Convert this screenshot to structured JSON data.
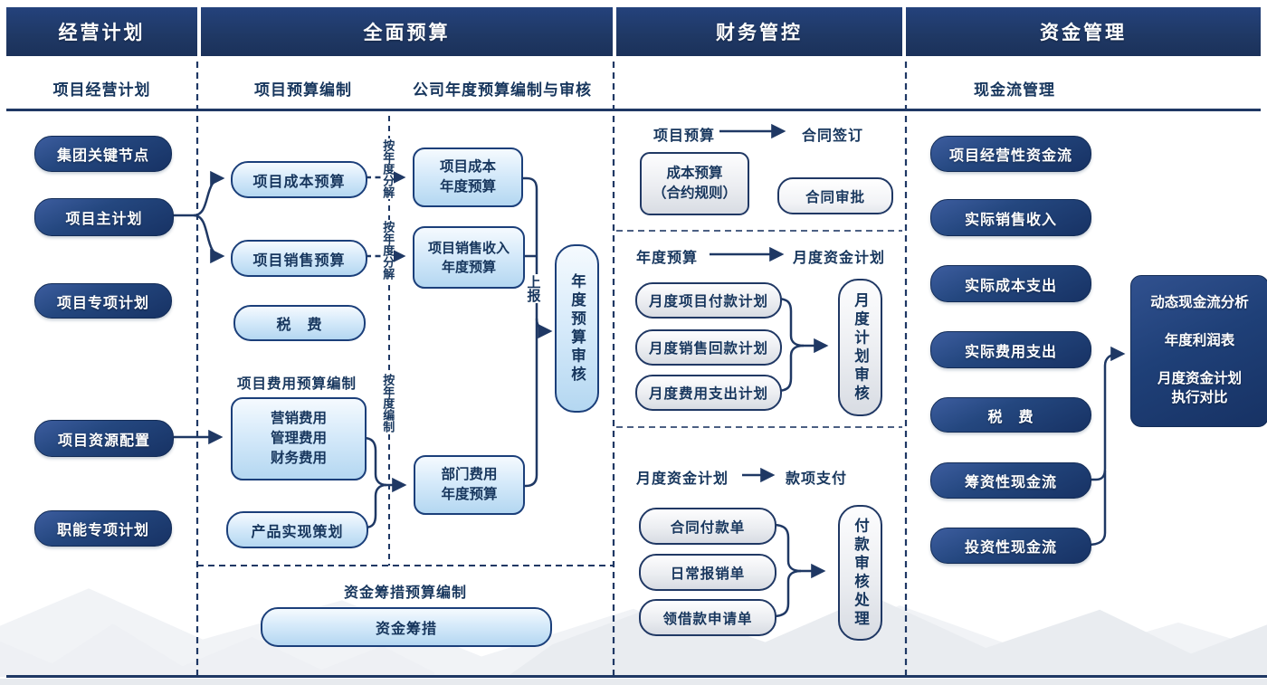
{
  "lanes": [
    {
      "title": "经营计划"
    },
    {
      "title": "全面预算"
    },
    {
      "title": "财务管控"
    },
    {
      "title": "资金管理"
    }
  ],
  "subheaders": {
    "planning": "项目经营计划",
    "budget_project": "项目预算编制",
    "budget_company": "公司年度预算编制与审核",
    "cashflow": "现金流管理"
  },
  "planning": {
    "items": [
      {
        "label": "集团关键节点"
      },
      {
        "label": "项目主计划"
      },
      {
        "label": "项目专项计划"
      },
      {
        "label": "项目资源配置"
      },
      {
        "label": "职能专项计划"
      }
    ]
  },
  "budget": {
    "cost_pill": "项目成本预算",
    "sales_pill": "项目销售预算",
    "tax_pill": "税　费",
    "expense_title": "项目费用预算编制",
    "expense_box": "营销费用\n管理费用\n财务费用",
    "product_pill": "产品实现策划",
    "decompose_label": "按年度分解",
    "compile_label": "按年度编制",
    "annual_cost_box": "项目成本\n年度预算",
    "annual_sales_box": "项目销售收入\n年度预算",
    "annual_dept_box": "部门费用\n年度预算",
    "submit_label": "上报",
    "review_capsule": "年度预算审核",
    "funding_title": "资金筹措预算编制",
    "funding_pill": "资金筹措"
  },
  "finance": {
    "s1": {
      "source": "项目预算",
      "target": "合同签订",
      "box": "成本预算\n（合约规则）",
      "approve_pill": "合同审批"
    },
    "s2": {
      "source": "年度预算",
      "target": "月度资金计划",
      "pills": [
        {
          "label": "月度项目付款计划"
        },
        {
          "label": "月度销售回款计划"
        },
        {
          "label": "月度费用支出计划"
        }
      ],
      "capsule": "月度计划审核"
    },
    "s3": {
      "source": "月度资金计划",
      "target": "款项支付",
      "pills": [
        {
          "label": "合同付款单"
        },
        {
          "label": "日常报销单"
        },
        {
          "label": "领借款申请单"
        }
      ],
      "capsule": "付款审核处理"
    }
  },
  "cashflow": {
    "items": [
      {
        "label": "项目经营性资金流"
      },
      {
        "label": "实际销售收入"
      },
      {
        "label": "实际成本支出"
      },
      {
        "label": "实际费用支出"
      },
      {
        "label": "税　费"
      },
      {
        "label": "筹资性现金流"
      },
      {
        "label": "投资性现金流"
      }
    ],
    "summary_box": "动态现金流分析\n\n年度利润表\n\n月度资金计划\n执行对比"
  },
  "colors": {
    "navy": "#1f3864",
    "light_blue_fill": "#cfe7f8",
    "light_blue_border": "#1b3f7a",
    "gray_fill": "#e8eaee",
    "background": "#ffffff"
  }
}
